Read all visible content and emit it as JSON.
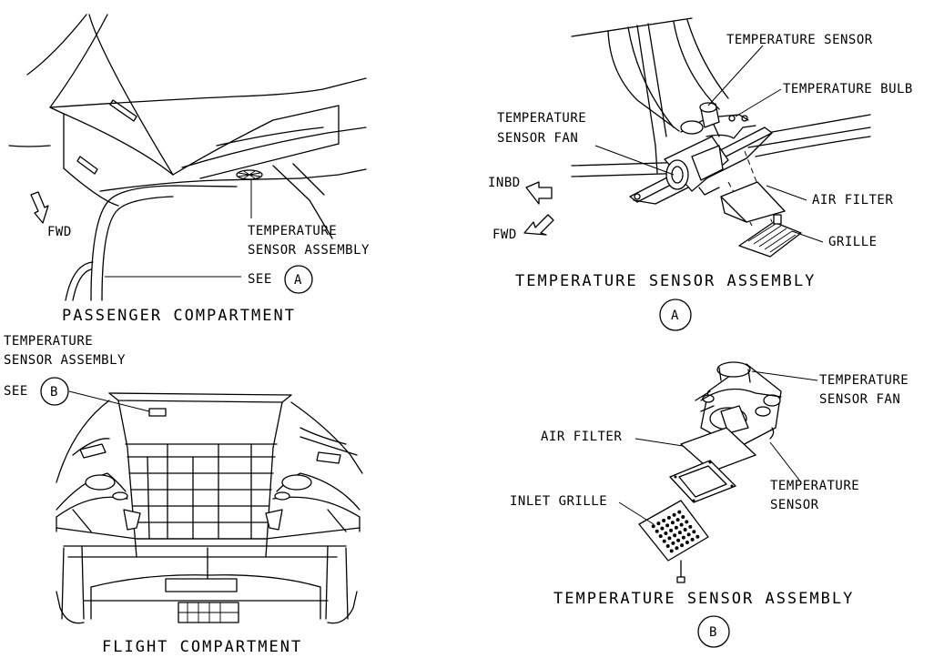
{
  "panels": {
    "passenger": {
      "title": "PASSENGER COMPARTMENT",
      "fwd_label": "FWD",
      "assembly_label_1": "TEMPERATURE",
      "assembly_label_2": "SENSOR ASSEMBLY",
      "see_label": "SEE",
      "see_ref": "A"
    },
    "flight": {
      "title": "FLIGHT COMPARTMENT",
      "assembly_label_1": "TEMPERATURE",
      "assembly_label_2": "SENSOR ASSEMBLY",
      "see_label": "SEE",
      "see_ref": "B"
    },
    "detail_a": {
      "title": "TEMPERATURE SENSOR ASSEMBLY",
      "ref": "A",
      "temperature_sensor": "TEMPERATURE SENSOR",
      "temperature_bulb": "TEMPERATURE BULB",
      "sensor_fan_1": "TEMPERATURE",
      "sensor_fan_2": "SENSOR FAN",
      "air_filter": "AIR FILTER",
      "grille": "GRILLE",
      "inbd_label": "INBD",
      "fwd_label": "FWD"
    },
    "detail_b": {
      "title": "TEMPERATURE SENSOR ASSEMBLY",
      "ref": "B",
      "sensor_fan_1": "TEMPERATURE",
      "sensor_fan_2": "SENSOR FAN",
      "air_filter": "AIR FILTER",
      "sensor_1": "TEMPERATURE",
      "sensor_2": "SENSOR",
      "inlet_grille": "INLET GRILLE"
    }
  }
}
